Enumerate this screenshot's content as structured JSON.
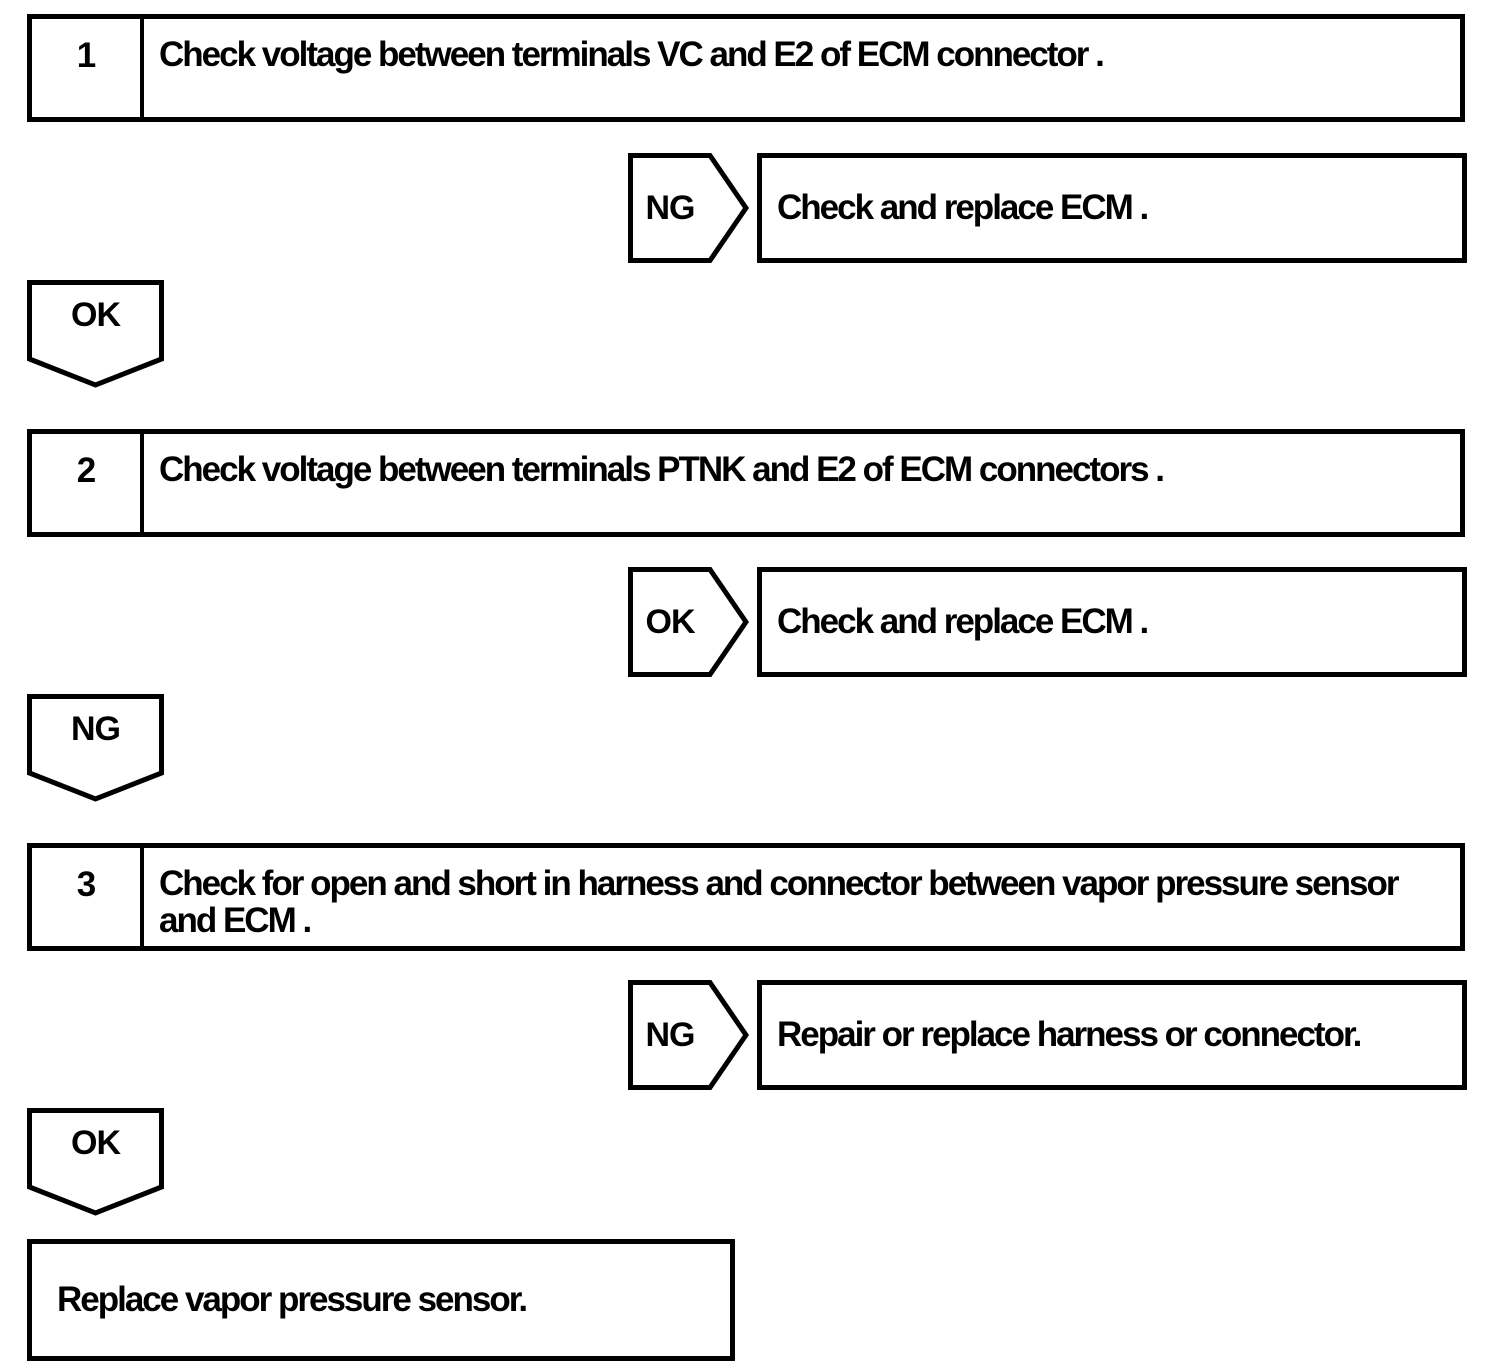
{
  "flowchart": {
    "steps": [
      {
        "number": "1",
        "instruction": "Check voltage between terminals VC and E2 of ECM connector .",
        "branch_label": "NG",
        "branch_result": "Check and replace ECM .",
        "continue_label": "OK"
      },
      {
        "number": "2",
        "instruction": "Check voltage between terminals PTNK and E2 of ECM connectors .",
        "branch_label": "OK",
        "branch_result": "Check and replace ECM .",
        "continue_label": "NG"
      },
      {
        "number": "3",
        "instruction": "Check for open and short in harness and connector between vapor pressure sensor and ECM .",
        "branch_label": "NG",
        "branch_result": "Repair or replace harness or connector.",
        "continue_label": "OK"
      }
    ],
    "final_action": "Replace vapor pressure sensor.",
    "colors": {
      "line": "#000000",
      "background": "#ffffff"
    }
  }
}
